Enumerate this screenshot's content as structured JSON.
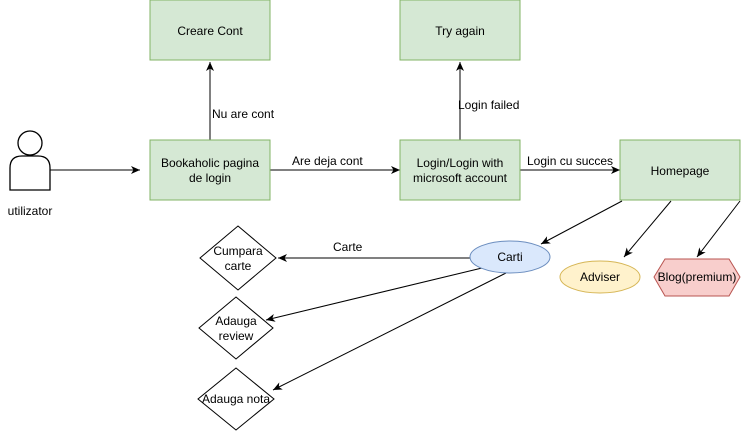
{
  "actor": {
    "label": "utilizator"
  },
  "nodes": {
    "creare_cont": "Creare Cont",
    "try_again": "Try again",
    "login_page": [
      "Bookaholic  pagina",
      "de login"
    ],
    "login_ms": [
      "Login/Login with",
      "microsoft account"
    ],
    "homepage": "Homepage",
    "carti": "Carti",
    "adviser": "Adviser",
    "blog": "Blog(premium)",
    "cumpara": [
      "Cumpara",
      "carte"
    ],
    "adauga_review": [
      "Adauga",
      "review"
    ],
    "adauga_nota": "Adauga nota"
  },
  "edges": {
    "nu_are_cont": "Nu are cont",
    "are_deja_cont": "Are deja cont",
    "login_failed": "Login failed",
    "login_succes": "Login cu succes",
    "carte": "Carte"
  },
  "colors": {
    "process_fill": "#d5e8d4",
    "process_stroke": "#82b366",
    "carti_fill": "#dae8fc",
    "carti_stroke": "#6c8ebf",
    "adviser_fill": "#fff2cc",
    "adviser_stroke": "#d6b656",
    "blog_fill": "#f8cecc",
    "blog_stroke": "#b85450"
  }
}
